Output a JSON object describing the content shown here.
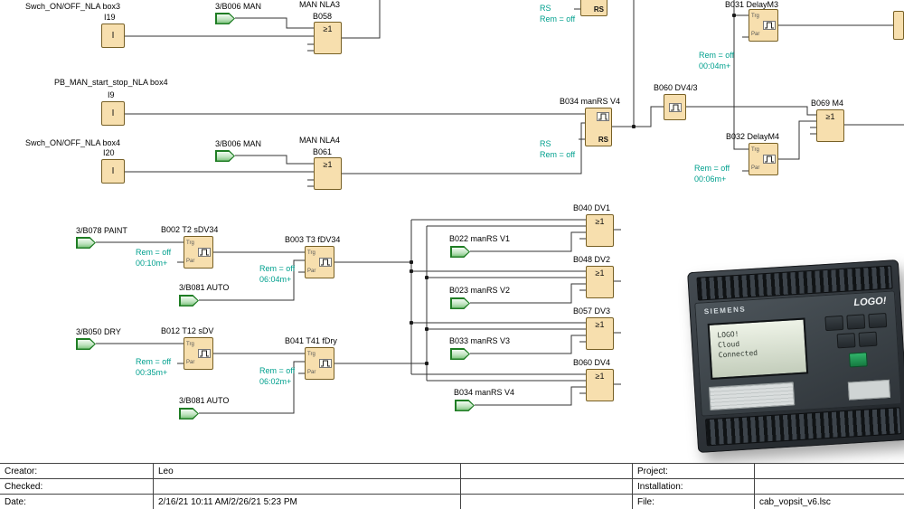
{
  "symbols": {
    "or": "≥1",
    "input": "I",
    "rs": "RS"
  },
  "pin_labels": {
    "trg": "Trg",
    "par": "Par"
  },
  "labels": {
    "box3_title": "Swch_ON/OFF_NLA box3",
    "i19": "I19",
    "flag_man_1": "3/B006 MAN",
    "nla3_title": "MAN NLA3",
    "b058": "B058",
    "pb_title": "PB_MAN_start_stop_NLA box4",
    "i9": "I9",
    "b034_rs": "B034 manRS V4",
    "b060_ref": "B060 DV4/3",
    "b069": "B069 M4",
    "box4_title": "Swch_ON/OFF_NLA box4",
    "i20": "I20",
    "flag_man_2": "3/B006 MAN",
    "nla4_title": "MAN NLA4",
    "b061": "B061",
    "b031": "B031 DelayM3",
    "b032": "B032 DelayM4",
    "flag_paint": "3/B078 PAINT",
    "b002": "B002 T2 sDV34",
    "b003": "B003 T3 fDV34",
    "flag_auto_1": "3/B081 AUTO",
    "flag_dry": "3/B050 DRY",
    "b012": "B012 T12 sDV",
    "b041": "B041 T41 fDry",
    "flag_auto_2": "3/B081 AUTO",
    "b040": "B040 DV1",
    "flag_v1": "B022 manRS V1",
    "b048": "B048 DV2",
    "flag_v2": "B023 manRS V2",
    "b057": "B057 DV3",
    "flag_v3": "B033 manRS V3",
    "b060": "B060 DV4",
    "flag_v4": "B034 manRS V4"
  },
  "annotations": {
    "rs_top": [
      "RS",
      "Rem = off"
    ],
    "b031": [
      "Rem = off",
      "00:04m+"
    ],
    "rs_mid": [
      "RS",
      "Rem = off"
    ],
    "b032": [
      "Rem = off",
      "00:06m+"
    ],
    "b002": [
      "Rem = off",
      "00:10m+"
    ],
    "b003": [
      "Rem = off",
      "06:04m+"
    ],
    "b012": [
      "Rem = off",
      "00:35m+"
    ],
    "b041": [
      "Rem = off",
      "06:02m+"
    ]
  },
  "device": {
    "brand": "SIEMENS",
    "product": "LOGO!",
    "display": [
      "LOGO!",
      "Cloud",
      "Connected"
    ]
  },
  "title_block": {
    "left": [
      {
        "label": "Creator:",
        "value": "Leo"
      },
      {
        "label": "Checked:",
        "value": ""
      },
      {
        "label": "Date:",
        "value": "2/16/21 10:11 AM/2/26/21 5:23 PM"
      }
    ],
    "right": [
      {
        "label": "Project:",
        "value": ""
      },
      {
        "label": "Installation:",
        "value": ""
      },
      {
        "label": "File:",
        "value": "cab_vopsit_v6.lsc"
      }
    ]
  }
}
